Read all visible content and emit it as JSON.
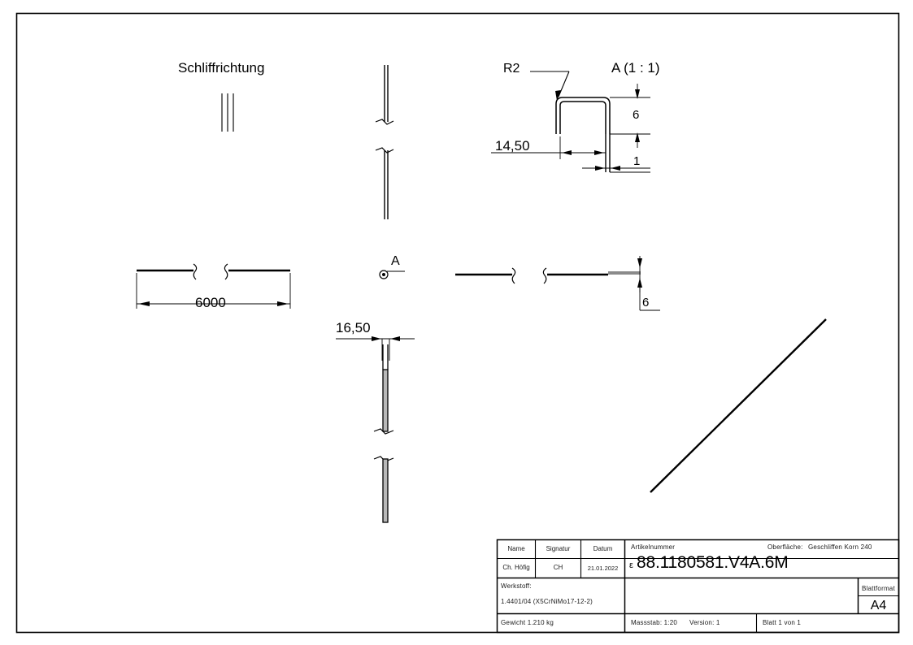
{
  "sheet": {
    "format": "A4",
    "background": "#ffffff",
    "line_color": "#000000"
  },
  "annotations": {
    "grind_direction_label": "Schliffrichtung",
    "detail_callout_letter": "A",
    "detail_view_title": "A (1 : 1)",
    "radius_label": "R2",
    "dim_length": "6000",
    "dim_width_profile": "16,50",
    "dim_inner_width": "14,50",
    "dim_height_detail": "6",
    "dim_thickness": "1",
    "dim_height_side": "6"
  },
  "title_block": {
    "columns": {
      "name_header": "Name",
      "signature_header": "Signatur",
      "date_header": "Datum"
    },
    "values": {
      "name": "Ch. Höfig",
      "signature": "CH",
      "date": "21.01.2022"
    },
    "article": {
      "label": "Artikelnummer",
      "prefix_symbol": "ε",
      "number": "88.1180581.V4A.6M"
    },
    "surface": {
      "label": "Oberfläche:",
      "value": "Geschliffen Korn 240"
    },
    "material": {
      "label": "Werkstoff:",
      "value": "1.4401/04 (X5CrNiMo17-12-2)"
    },
    "weight": "Gewicht 1.210 kg",
    "scale": "Massstab: 1:20",
    "version": "Version: 1",
    "sheet_count": "Blatt 1 von 1",
    "sheet_format_label": "Blattformat",
    "sheet_format_value": "A4"
  }
}
